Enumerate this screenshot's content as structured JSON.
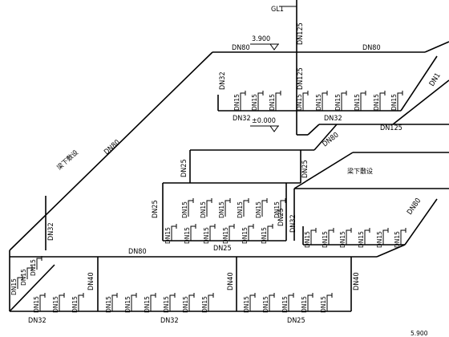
{
  "riser_label": "GL1",
  "elev_top": "3.900",
  "elev_floor": "±0.000",
  "note_under_beam": "梁下敷设",
  "labels": {
    "dn15": "DN15",
    "dn25": "DN25",
    "dn32": "DN32",
    "dn40": "DN40",
    "dn80": "DN80",
    "dn125": "DN125",
    "dn1_partial": "DN1",
    "bottom_cut": "5.900"
  }
}
